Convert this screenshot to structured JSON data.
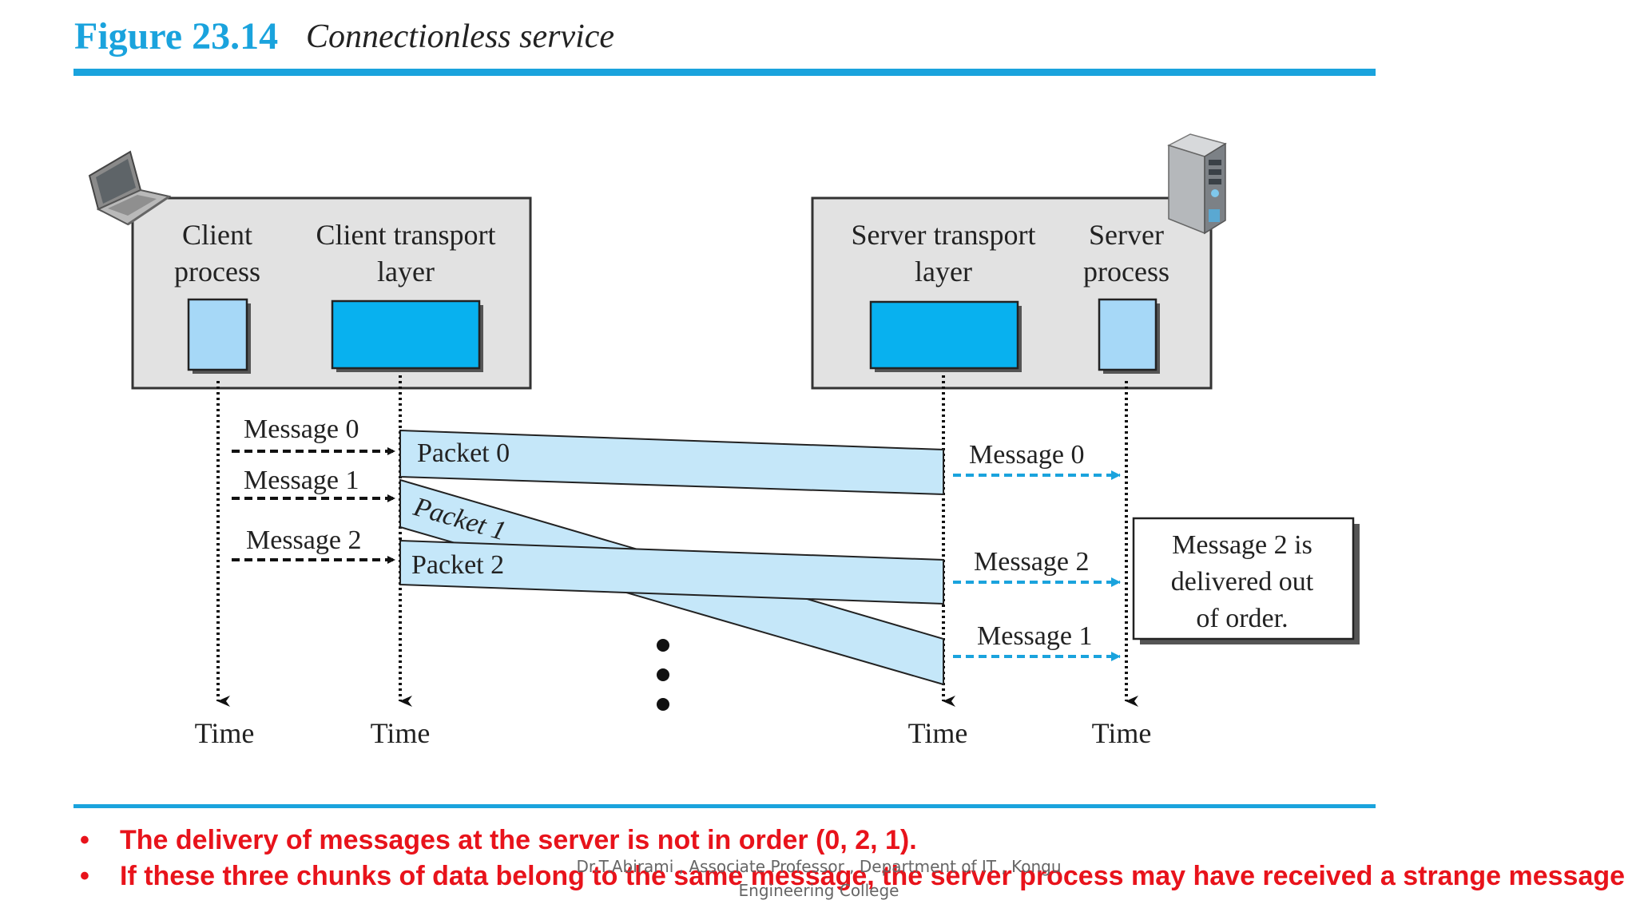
{
  "figure": {
    "number": "Figure 23.14",
    "title": "Connectionless service"
  },
  "colors": {
    "accent": "#1aa3dd",
    "process_box": "#a6d8f7",
    "transport_box": "#08b1ef",
    "packet_fill": "#c5e7f9",
    "panel_fill": "#e2e2e2",
    "delivered_arrow": "#1aa3dd",
    "bullet_text": "#e8131b"
  },
  "client": {
    "process_label_line1": "Client",
    "process_label_line2": "process",
    "transport_label_line1": "Client transport",
    "transport_label_line2": "layer",
    "icon": "laptop-icon"
  },
  "server": {
    "transport_label_line1": "Server transport",
    "transport_label_line2": "layer",
    "process_label_line1": "Server",
    "process_label_line2": "process",
    "icon": "server-tower-icon"
  },
  "timelines": {
    "client_process_time": "Time",
    "client_transport_time": "Time",
    "server_transport_time": "Time",
    "server_process_time": "Time"
  },
  "sent_messages": [
    "Message 0",
    "Message 1",
    "Message 2"
  ],
  "packets": [
    "Packet 0",
    "Packet 1",
    "Packet 2"
  ],
  "delivered_messages": [
    "Message 0",
    "Message 2",
    "Message 1"
  ],
  "out_of_order_note": {
    "line1": "Message 2 is",
    "line2": "delivered out",
    "line3": "of order."
  },
  "bullets": [
    "The delivery of messages at the server is not in order (0, 2, 1).",
    "If these three chunks of data belong to the same message, the server process may have received a strange message"
  ],
  "footer": {
    "line1": "Dr.T.Abirami , Associate Professor , Department of IT , Kongu",
    "line2": "Engineering College"
  }
}
